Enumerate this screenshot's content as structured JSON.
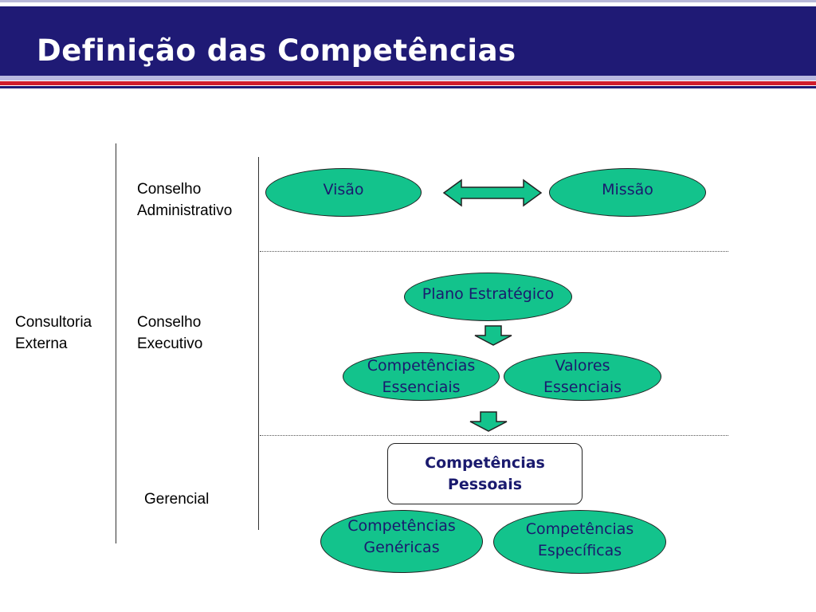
{
  "title": "Definição das Competências",
  "left_label": "Consultoria\nExterna",
  "levels": {
    "administrativo": "Conselho\nAdministrativo",
    "executivo": "Conselho\nExecutivo",
    "gerencial": "Gerencial"
  },
  "nodes": {
    "visao": "Visão",
    "missao": "Missão",
    "plano": "Plano Estratégico",
    "comp_essenciais": "Competências\nEssenciais",
    "valores_essenciais": "Valores\nEssenciais",
    "comp_pessoais": "Competências\nPessoais",
    "comp_genericas": "Competências\nGenéricas",
    "comp_especificas": "Competências\nEspecíficas"
  },
  "colors": {
    "title_bar": "#1f1a75",
    "ellipse_fill": "#13c38c",
    "node_text": "#1a1a6e",
    "accent_red": "#d01c2c"
  }
}
